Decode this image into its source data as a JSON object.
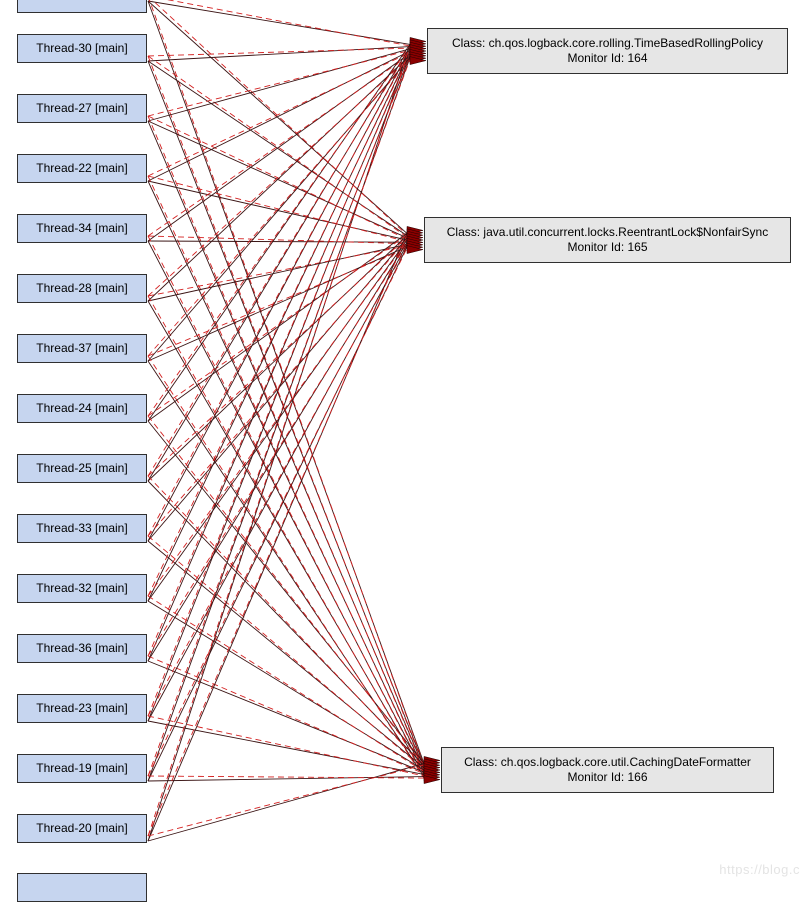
{
  "threads": [
    {
      "label": "Thread-30 [main]"
    },
    {
      "label": "Thread-27 [main]"
    },
    {
      "label": "Thread-22 [main]"
    },
    {
      "label": "Thread-34 [main]"
    },
    {
      "label": "Thread-28 [main]"
    },
    {
      "label": "Thread-37 [main]"
    },
    {
      "label": "Thread-24 [main]"
    },
    {
      "label": "Thread-25 [main]"
    },
    {
      "label": "Thread-33 [main]"
    },
    {
      "label": "Thread-32 [main]"
    },
    {
      "label": "Thread-36 [main]"
    },
    {
      "label": "Thread-23 [main]"
    },
    {
      "label": "Thread-19 [main]"
    },
    {
      "label": "Thread-20 [main]"
    }
  ],
  "monitors": [
    {
      "class_line": "Class: ch.qos.logback.core.rolling.TimeBasedRollingPolicy",
      "id_line": "Monitor Id: 164"
    },
    {
      "class_line": "Class: java.util.concurrent.locks.ReentrantLock$NonfairSync",
      "id_line": "Monitor Id: 165"
    },
    {
      "class_line": "Class: ch.qos.logback.core.util.CachingDateFormatter",
      "id_line": "Monitor Id: 166"
    }
  ],
  "colors": {
    "thread_fill": "#c6d5ef",
    "monitor_fill": "#e6e6e6",
    "edge_solid": "#3a1414",
    "edge_dashed": "#d42020",
    "arrow": "#8a0000"
  },
  "watermark": "https://blog.c"
}
